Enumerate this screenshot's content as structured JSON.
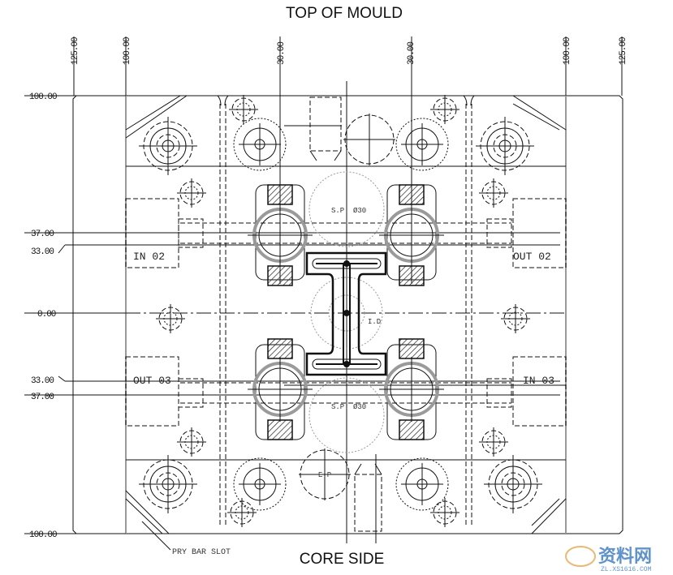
{
  "titles": {
    "top": "TOP OF MOULD",
    "bottom": "CORE SIDE"
  },
  "dimensions": {
    "vertical_lines": [
      "125.00",
      "100.00",
      "30.00",
      "30.00",
      "100.00",
      "125.00"
    ],
    "horizontal_lines": [
      "100.00",
      "37.00",
      "33.00",
      "0.00",
      "33.00",
      "37.00",
      "100.00"
    ]
  },
  "labels": {
    "in_02": "IN 02",
    "out_02": "OUT 02",
    "out_03": "OUT 03",
    "in_03": "IN 03",
    "sprue_puller_top": "S.P. Ø30",
    "sprue_puller_bottom": "S.P. Ø30",
    "center": "I.D",
    "ejector_pin": "E.P",
    "pry_bar_slot": "PRY BAR SLOT"
  },
  "watermark": {
    "text": "资料网",
    "url_text": "ZL.XS1616.COM"
  },
  "colors": {
    "line": "#111111",
    "grey_line": "#9a9a9a",
    "watermark": "#2a6fb8"
  }
}
